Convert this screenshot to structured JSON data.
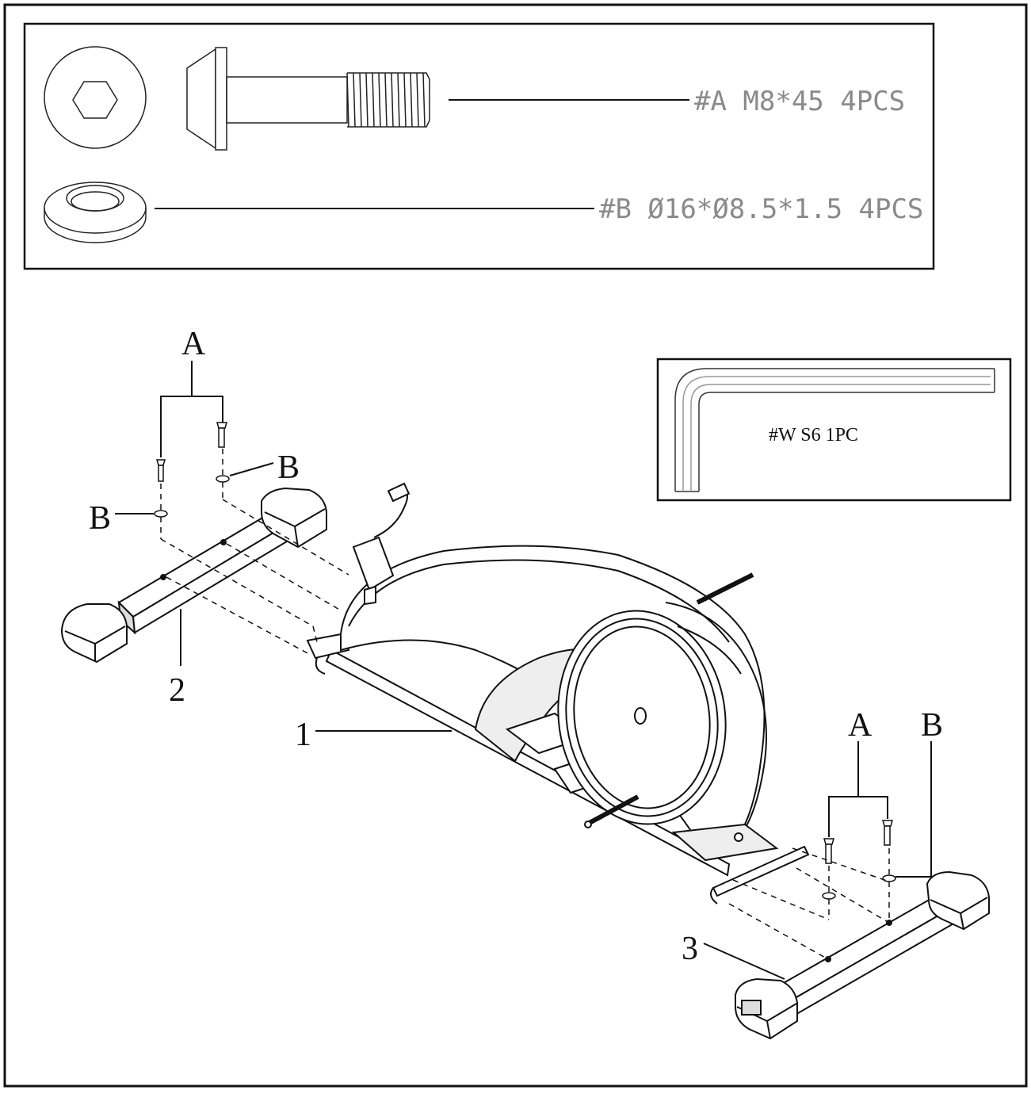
{
  "hardware_box": {
    "bolt_label": "#A  M8*45  4PCS",
    "washer_label": "#B  Ø16*Ø8.5*1.5  4PCS"
  },
  "tool_box": {
    "wrench_label": "#W  S6  1PC"
  },
  "callouts": {
    "left_a": "A",
    "left_b_upper": "B",
    "left_b_lower": "B",
    "right_a": "A",
    "right_b": "B",
    "part_main_frame": "1",
    "part_front_stabilizer": "2",
    "part_rear_stabilizer": "3"
  },
  "colors": {
    "ink": "#111111",
    "paper": "#ffffff",
    "label_gray": "#8a8a8a"
  }
}
